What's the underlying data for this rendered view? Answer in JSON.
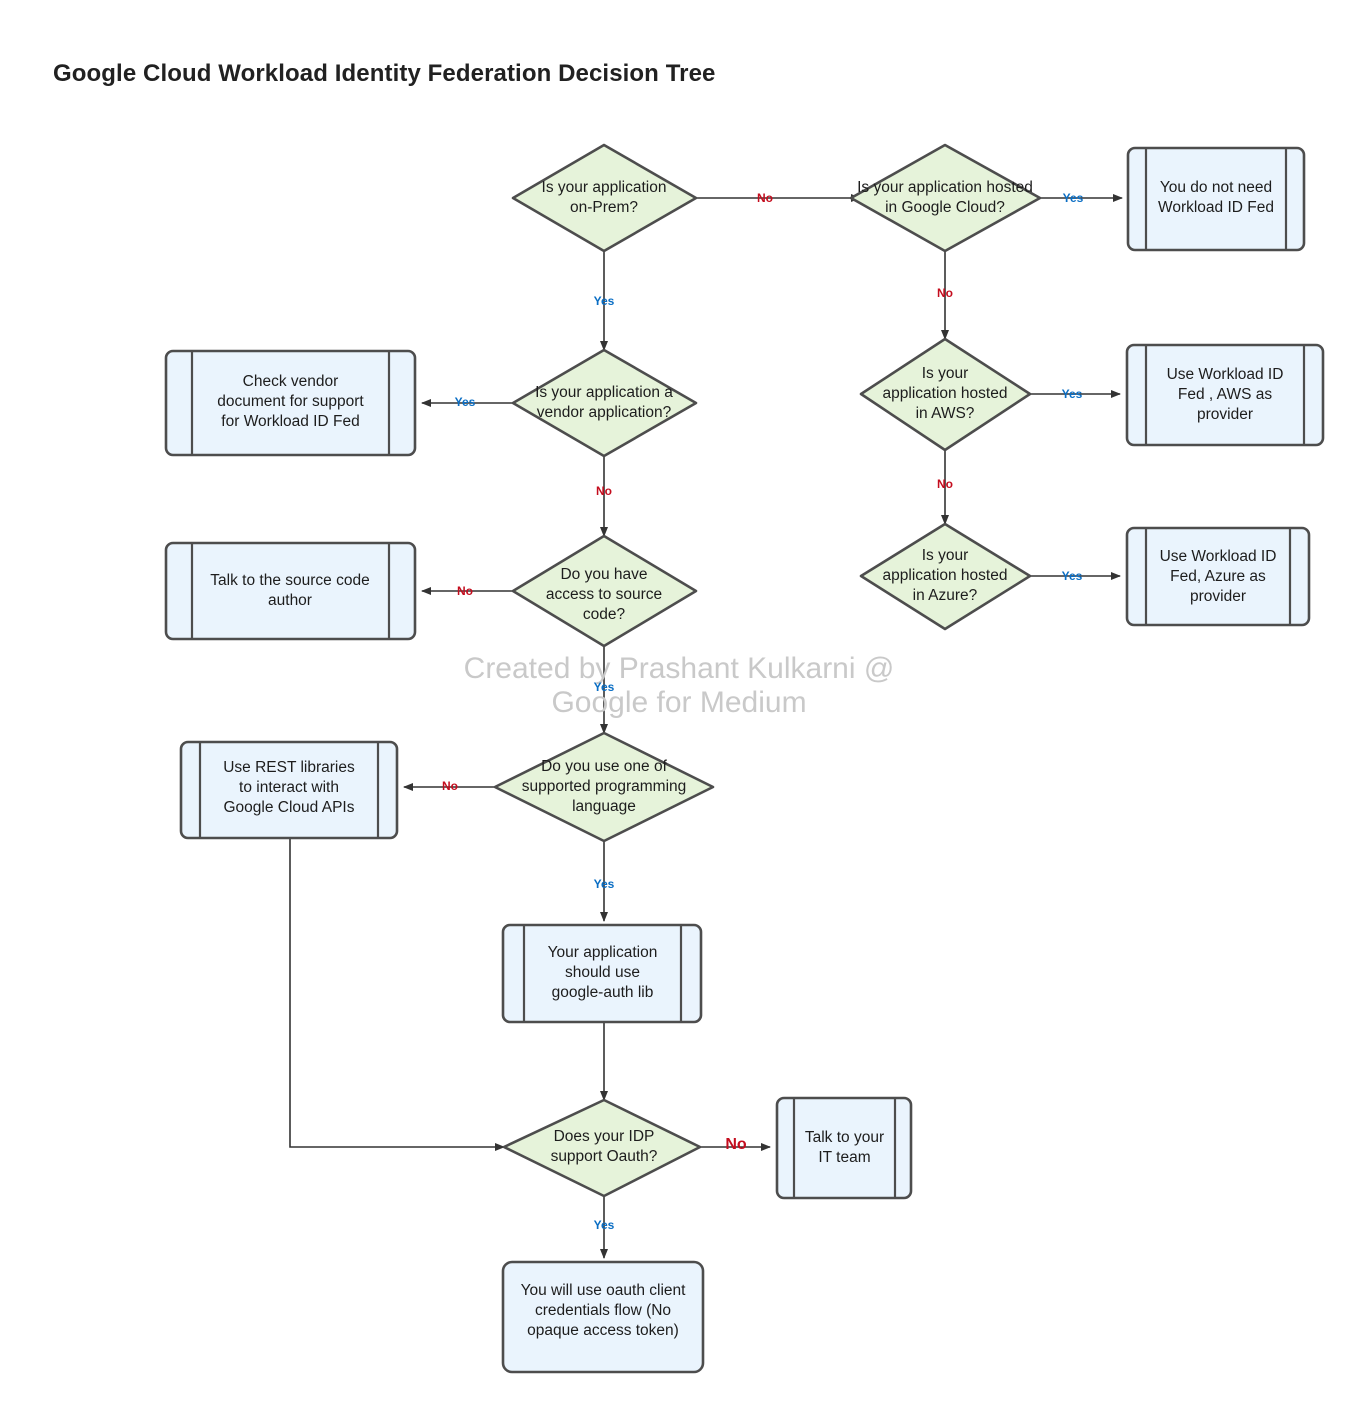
{
  "page": {
    "title": "Google Cloud Workload Identity Federation Decision Tree",
    "watermark": "Created by Prashant Kulkarni @ Google for Medium",
    "background": "#ffffff"
  },
  "theme": {
    "decision_fill": "#e6f3da",
    "decision_stroke": "#4d4d4d",
    "process_fill": "#eaf4fd",
    "process_stroke": "#4d4d4d",
    "edge_stroke": "#333333",
    "yes_color": "#0a6ec4",
    "no_color": "#c40d1e",
    "watermark_color": "#c9c9c9",
    "text_color": "#1d1d1d"
  },
  "chart_data": {
    "type": "diagram",
    "title": "Google Cloud Workload Identity Federation Decision Tree",
    "nodes": [
      {
        "id": "on_prem",
        "shape": "decision",
        "text": "Is your application\non-Prem?"
      },
      {
        "id": "gcp_hosted",
        "shape": "decision",
        "text": "Is your application hosted\nin Google Cloud?"
      },
      {
        "id": "no_need",
        "shape": "subroutine",
        "text": "You do not need\nWorkload ID Fed"
      },
      {
        "id": "vendor_app",
        "shape": "decision",
        "text": "Is your application a\nvendor application?"
      },
      {
        "id": "check_vendor",
        "shape": "subroutine",
        "text": "Check vendor\ndocument for support\nfor Workload ID Fed"
      },
      {
        "id": "aws_hosted",
        "shape": "decision",
        "text": "Is your\napplication hosted\nin AWS?"
      },
      {
        "id": "use_aws",
        "shape": "subroutine",
        "text": "Use Workload ID\nFed , AWS as\nprovider"
      },
      {
        "id": "source_code",
        "shape": "decision",
        "text": "Do you have\naccess to source\ncode?"
      },
      {
        "id": "talk_author",
        "shape": "subroutine",
        "text": "Talk to the source code\nauthor"
      },
      {
        "id": "azure_hosted",
        "shape": "decision",
        "text": "Is your\napplication hosted\nin Azure?"
      },
      {
        "id": "use_azure",
        "shape": "subroutine",
        "text": "Use Workload ID\nFed, Azure as\nprovider"
      },
      {
        "id": "supported_lang",
        "shape": "decision",
        "text": "Do you use one of\nsupported programming\nlanguage"
      },
      {
        "id": "rest_libs",
        "shape": "subroutine",
        "text": "Use REST libraries\nto interact with\nGoogle Cloud APIs"
      },
      {
        "id": "google_auth",
        "shape": "subroutine",
        "text": "Your application\nshould use\ngoogle-auth lib"
      },
      {
        "id": "idp_oauth",
        "shape": "decision",
        "text": "Does your IDP\nsupport Oauth?"
      },
      {
        "id": "talk_it",
        "shape": "subroutine",
        "text": "Talk to your\nIT team"
      },
      {
        "id": "oauth_flow",
        "shape": "process",
        "text": "You will use oauth client\ncredentials flow (No\nopaque access token)"
      }
    ],
    "edges": [
      {
        "from": "on_prem",
        "to": "gcp_hosted",
        "label": "No"
      },
      {
        "from": "on_prem",
        "to": "vendor_app",
        "label": "Yes"
      },
      {
        "from": "gcp_hosted",
        "to": "no_need",
        "label": "Yes"
      },
      {
        "from": "gcp_hosted",
        "to": "aws_hosted",
        "label": "No"
      },
      {
        "from": "vendor_app",
        "to": "check_vendor",
        "label": "Yes"
      },
      {
        "from": "vendor_app",
        "to": "source_code",
        "label": "No"
      },
      {
        "from": "aws_hosted",
        "to": "use_aws",
        "label": "Yes"
      },
      {
        "from": "aws_hosted",
        "to": "azure_hosted",
        "label": "No"
      },
      {
        "from": "source_code",
        "to": "talk_author",
        "label": "No"
      },
      {
        "from": "source_code",
        "to": "supported_lang",
        "label": "Yes"
      },
      {
        "from": "azure_hosted",
        "to": "use_azure",
        "label": "Yes"
      },
      {
        "from": "supported_lang",
        "to": "rest_libs",
        "label": "No"
      },
      {
        "from": "supported_lang",
        "to": "google_auth",
        "label": "Yes"
      },
      {
        "from": "rest_libs",
        "to": "idp_oauth",
        "label": ""
      },
      {
        "from": "google_auth",
        "to": "idp_oauth",
        "label": ""
      },
      {
        "from": "idp_oauth",
        "to": "talk_it",
        "label": "No"
      },
      {
        "from": "idp_oauth",
        "to": "oauth_flow",
        "label": "Yes"
      }
    ]
  },
  "labels": {
    "on_prem": "Is your application\non-Prem?",
    "gcp_hosted": "Is your application hosted\nin Google Cloud?",
    "no_need": "You do not need\nWorkload ID Fed",
    "vendor_app": "Is your application a\nvendor application?",
    "check_vendor": "Check vendor\ndocument for support\nfor Workload ID Fed",
    "aws_hosted": "Is your\napplication hosted\nin AWS?",
    "use_aws": "Use Workload ID\nFed , AWS as\nprovider",
    "source_code": "Do you have\naccess to source\ncode?",
    "talk_author": "Talk to the source code\nauthor",
    "azure_hosted": "Is your\napplication hosted\nin Azure?",
    "use_azure": "Use Workload ID\nFed, Azure as\nprovider",
    "supported_lang": "Do you use one of\nsupported programming\nlanguage",
    "rest_libs": "Use REST libraries\nto interact with\nGoogle Cloud APIs",
    "google_auth": "Your application\nshould use\ngoogle-auth lib",
    "idp_oauth": "Does your IDP\nsupport Oauth?",
    "talk_it": "Talk to your\nIT team",
    "oauth_flow": "You will use oauth client\ncredentials flow (No\nopaque access token)"
  },
  "edge_labels": {
    "onprem_no": "No",
    "onprem_yes": "Yes",
    "gcp_yes": "Yes",
    "gcp_no": "No",
    "vendor_yes": "Yes",
    "vendor_no": "No",
    "aws_yes": "Yes",
    "aws_no": "No",
    "source_no": "No",
    "source_yes": "Yes",
    "azure_yes": "Yes",
    "lang_no": "No",
    "lang_yes": "Yes",
    "idp_no": "No",
    "idp_yes": "Yes"
  }
}
